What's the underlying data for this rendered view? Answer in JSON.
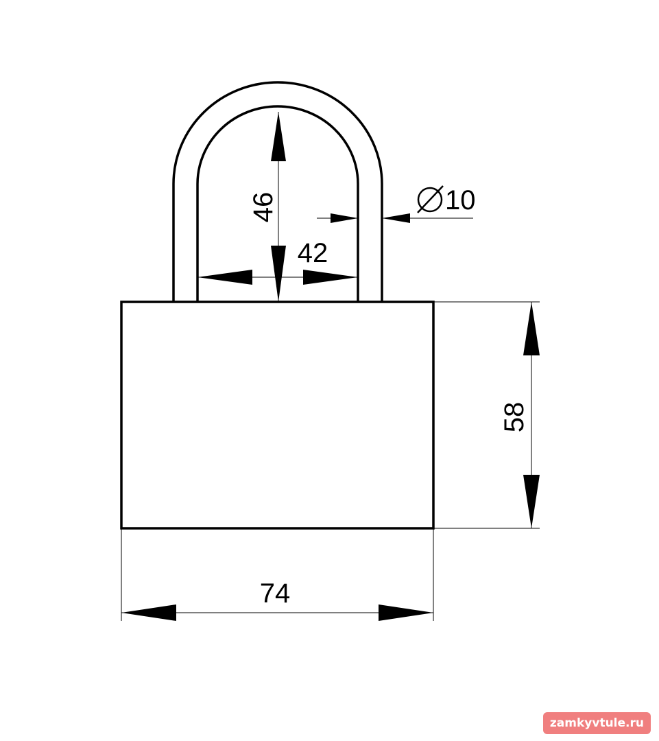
{
  "dimensions": {
    "shackle_inner_width": "42",
    "shackle_inner_height": "46",
    "shackle_diameter": "10",
    "body_width": "74",
    "body_height": "58"
  },
  "diameter_symbol": "⌀",
  "watermark": {
    "text": "zamkyvtule.ru",
    "background": "#f07f7f",
    "color": "#ffffff"
  },
  "colors": {
    "line": "#000000",
    "background": "#ffffff"
  }
}
